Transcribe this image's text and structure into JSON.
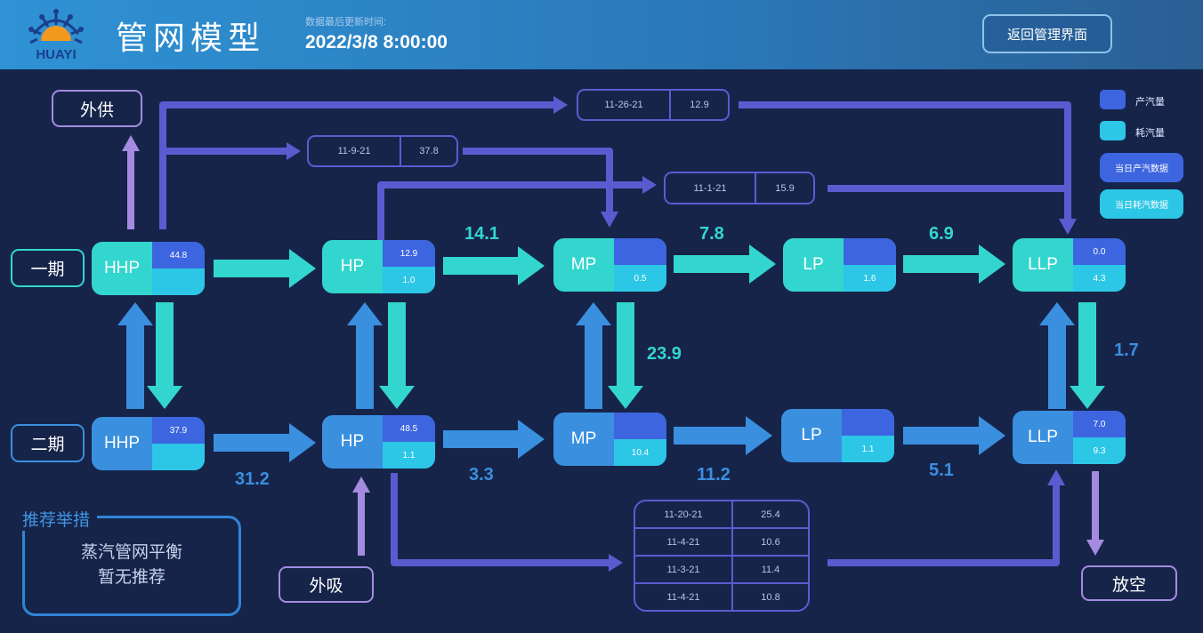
{
  "header": {
    "logo_text": "HUAYI",
    "title": "管网模型",
    "update_label": "数据最后更新时间:",
    "update_time": "2022/3/8 8:00:00",
    "back_button": "返回管理界面"
  },
  "rows": {
    "phase1": "一期",
    "phase2": "二期"
  },
  "nodes": {
    "hhp1": {
      "name": "HHP",
      "prod": "44.8",
      "cons": ""
    },
    "hp1": {
      "name": "HP",
      "prod": "12.9",
      "cons": "1.0"
    },
    "mp1": {
      "name": "MP",
      "prod": "",
      "cons": "0.5"
    },
    "lp1": {
      "name": "LP",
      "prod": "",
      "cons": "1.6"
    },
    "llp1": {
      "name": "LLP",
      "prod": "0.0",
      "cons": "4.3"
    },
    "hhp2": {
      "name": "HHP",
      "prod": "37.9",
      "cons": ""
    },
    "hp2": {
      "name": "HP",
      "prod": "48.5",
      "cons": "1.1"
    },
    "mp2": {
      "name": "MP",
      "prod": "",
      "cons": "10.4"
    },
    "lp2": {
      "name": "LP",
      "prod": "",
      "cons": "1.1"
    },
    "llp2": {
      "name": "LLP",
      "prod": "7.0",
      "cons": "9.3"
    }
  },
  "flows": {
    "hp1_mp1": "14.1",
    "mp1_lp1": "7.8",
    "lp1_llp1": "6.9",
    "hhp2_hp2": "31.2",
    "hp2_mp2": "3.3",
    "mp2_lp2": "11.2",
    "lp2_llp2": "5.1",
    "mp_vertical": "23.9",
    "llp_vertical": "1.7"
  },
  "external": {
    "supply": "外供",
    "intake": "外吸",
    "vent": "放空"
  },
  "meters": {
    "m1": {
      "id": "11-26-21",
      "value": "12.9"
    },
    "m2": {
      "id": "11-9-21",
      "value": "37.8"
    },
    "m3": {
      "id": "11-1-21",
      "value": "15.9"
    },
    "m4": [
      {
        "id": "11-20-21",
        "value": "25.4"
      },
      {
        "id": "11-4-21",
        "value": "10.6"
      },
      {
        "id": "11-3-21",
        "value": "11.4"
      },
      {
        "id": "11-4-21",
        "value": "10.8"
      }
    ]
  },
  "legend": {
    "prod": "产汽量",
    "cons": "耗汽量",
    "prod_btn": "当日产汽数据",
    "cons_btn": "当日耗汽数据"
  },
  "recommend": {
    "title": "推荐举措",
    "line1": "蒸汽管网平衡",
    "line2": "暂无推荐"
  },
  "colors": {
    "teal": "#33d6cf",
    "blue": "#3a8fdf",
    "prod": "#3d65e0",
    "cons": "#2cc6e6",
    "pipe": "#5b5bd0",
    "ext": "#a58be0"
  }
}
